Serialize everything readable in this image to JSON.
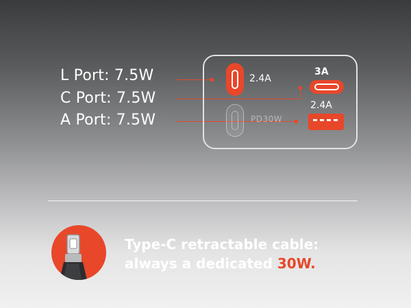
{
  "ports": {
    "l_label": "L Port: 7.5W",
    "c_label": "C Port: 7.5W",
    "a_label": "A Port: 7.5W"
  },
  "charger": {
    "l_current": "2.4A",
    "c_current": "3A",
    "a_current": "2.4A",
    "pd_mark": "PD30W"
  },
  "caption": {
    "line1": "Type-C retractable cable:",
    "line2_prefix": "always a dedicated ",
    "line2_highlight": "30W."
  },
  "colors": {
    "accent": "#e8472a",
    "text": "#ffffff"
  },
  "icons": [
    "lightning-port-icon",
    "usb-c-port-icon",
    "usb-a-port-icon",
    "usb-c-cable-icon"
  ]
}
